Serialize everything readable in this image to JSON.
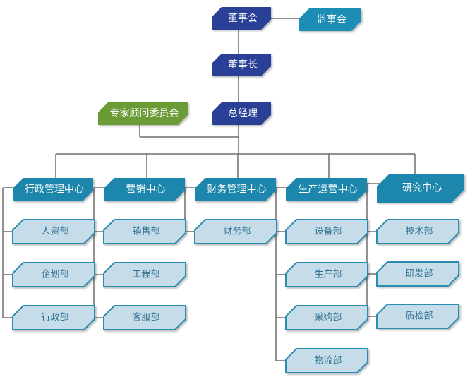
{
  "title": "组织结构图",
  "colors": {
    "board": "#2b3f97",
    "supervisory": "#1d8db4",
    "advisory": "#6b9b36",
    "center": "#1e86ad",
    "dept_fill": "#c6dde9",
    "dept_border": "#2a8db0",
    "line": "#6e6e6e"
  },
  "top": {
    "board": "董事会",
    "supervisory": "监事会",
    "chairman": "董事长",
    "gm": "总经理",
    "advisory": "专家顾问委员会"
  },
  "centers": [
    {
      "name": "行政管理中心",
      "departments": [
        "人资部",
        "企划部",
        "行政部"
      ]
    },
    {
      "name": "营销中心",
      "departments": [
        "销售部",
        "工程部",
        "客服部"
      ]
    },
    {
      "name": "财务管理中心",
      "departments": [
        "财务部"
      ]
    },
    {
      "name": "生产运营中心",
      "departments": [
        "设备部",
        "生产部",
        "采购部",
        "物流部"
      ]
    },
    {
      "name": "研究中心",
      "departments": [
        "技术部",
        "研发部",
        "质检部"
      ]
    }
  ]
}
